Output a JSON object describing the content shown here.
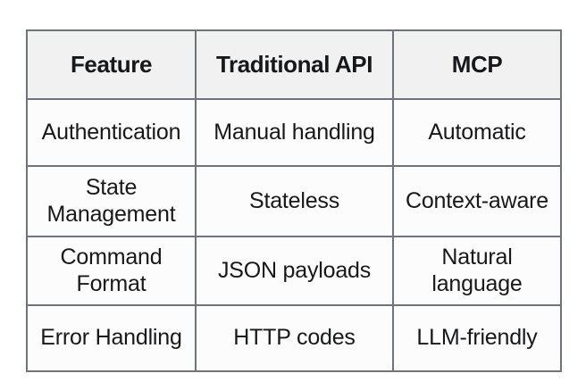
{
  "chart_data": {
    "type": "table",
    "title": "",
    "columns": [
      "Feature",
      "Traditional API",
      "MCP"
    ],
    "rows": [
      [
        "Authentication",
        "Manual handling",
        "Automatic"
      ],
      [
        "State Management",
        "Stateless",
        "Context-aware"
      ],
      [
        "Command Format",
        "JSON payloads",
        "Natural language"
      ],
      [
        "Error Handling",
        "HTTP codes",
        "LLM-friendly"
      ]
    ]
  },
  "colors": {
    "border": "#6f747b",
    "header_bg": "#f1f1f1",
    "cell_bg": "#fcfcfc",
    "text": "#17181a",
    "page_bg": "#ffffff"
  }
}
